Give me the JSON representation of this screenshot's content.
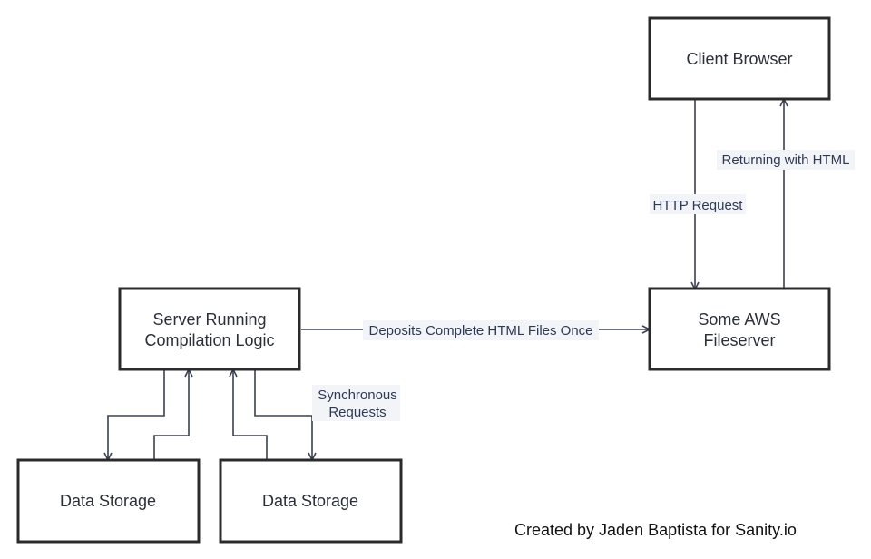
{
  "nodes": {
    "client_browser": {
      "label": "Client Browser"
    },
    "aws_fileserver": {
      "line1": "Some AWS",
      "line2": "Fileserver"
    },
    "compile_server": {
      "line1": "Server Running",
      "line2": "Compilation Logic"
    },
    "storage_left": {
      "label": "Data Storage"
    },
    "storage_right": {
      "label": "Data Storage"
    }
  },
  "edges": {
    "http_request": "HTTP Request",
    "returning_html": "Returning with HTML",
    "deposits": "Deposits Complete HTML Files Once",
    "sync_line1": "Synchronous",
    "sync_line2": "Requests"
  },
  "credit": "Created by Jaden Baptista for Sanity.io",
  "colors": {
    "box_stroke": "#2b2b2b",
    "edge_stroke": "#3a4052",
    "label_bg": "#f2f4f8",
    "label_text": "#2e3a55"
  }
}
